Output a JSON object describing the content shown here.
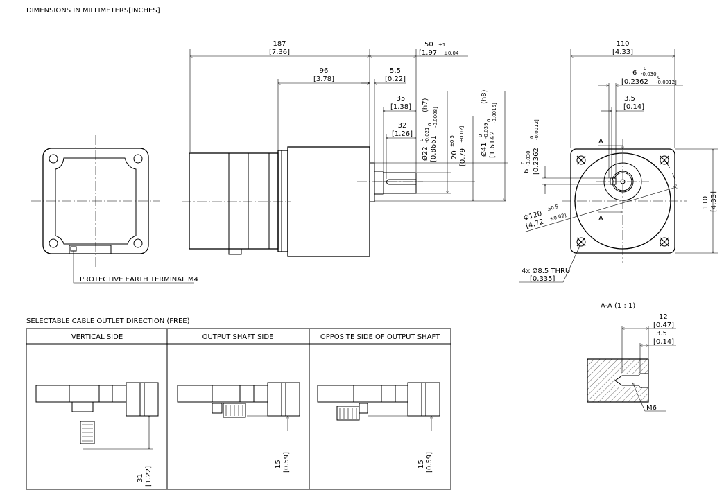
{
  "title": "DIMENSIONS IN MILLIMETERS[INCHES]",
  "side_view": {
    "overall_length": {
      "mm": "187",
      "in": "[7.36]"
    },
    "shaft_length": {
      "mm": "50",
      "tol": "±1",
      "in": "[1.97",
      "in_tol": "±0.04]"
    },
    "gearhead_length": {
      "mm": "96",
      "in": "[3.78]"
    },
    "boss": {
      "mm": "5.5",
      "in": "[0.22]"
    },
    "shaft_35": {
      "mm": "35",
      "in": "[1.38]"
    },
    "key_32": {
      "mm": "32",
      "in": "[1.26]"
    },
    "shaft_dia": {
      "mm": "Ø22",
      "tol_up": "0",
      "tol_lo": "-0.021",
      "fit": "(h7)",
      "in": "[0.8661",
      "in_up": "0",
      "in_lo": "-0.0008]"
    },
    "offset": {
      "mm": "20",
      "tol": "±0.5",
      "in": "[0.79",
      "in_tol": "±0.02]"
    },
    "pilot_dia": {
      "mm": "Ø41",
      "tol_up": "0",
      "tol_lo": "-0.039",
      "fit": "(h8)",
      "in": "[1.6142",
      "in_up": "0",
      "in_lo": "-0.0015]"
    }
  },
  "front_view": {
    "width": {
      "mm": "110",
      "in": "[4.33]"
    },
    "height": {
      "mm": "110",
      "in": "[4.33]"
    },
    "key_width": {
      "mm": "6",
      "tol_up": "0",
      "tol_lo": "-0.030",
      "in": "[0.2362",
      "in_up": "0",
      "in_lo": "-0.0012]"
    },
    "key_height": {
      "mm": "3.5",
      "in": "[0.14]"
    },
    "key_side": {
      "mm": "6",
      "tol_up": "0",
      "tol_lo": "-0.030",
      "in": "[0.2362",
      "in_up": "0",
      "in_lo": "-0.0012]"
    },
    "pcd": {
      "mm": "Φ120",
      "tol": "±0.5",
      "in": "[4.72",
      "in_tol": "±0.02]"
    },
    "holes": {
      "mm": "4x  Ø8.5 THRU",
      "in": "[0.335]"
    },
    "section_mark": "A"
  },
  "earth_terminal": "PROTECTIVE EARTH TERMINAL M4",
  "cable_section": {
    "title": "SELECTABLE CABLE OUTLET DIRECTION (FREE)",
    "columns": [
      {
        "header": "VERTICAL SIDE",
        "dim_mm": "31",
        "dim_in": "[1.22]"
      },
      {
        "header": "OUTPUT SHAFT SIDE",
        "dim_mm": "15",
        "dim_in": "[0.59]"
      },
      {
        "header": "OPPOSITE SIDE OF OUTPUT SHAFT",
        "dim_mm": "15",
        "dim_in": "[0.59]"
      }
    ]
  },
  "section_aa": {
    "label": "A-A (1 : 1)",
    "depth": {
      "mm": "12",
      "in": "[0.47]"
    },
    "counter": {
      "mm": "3.5",
      "in": "[0.14]"
    },
    "thread": "M6"
  }
}
